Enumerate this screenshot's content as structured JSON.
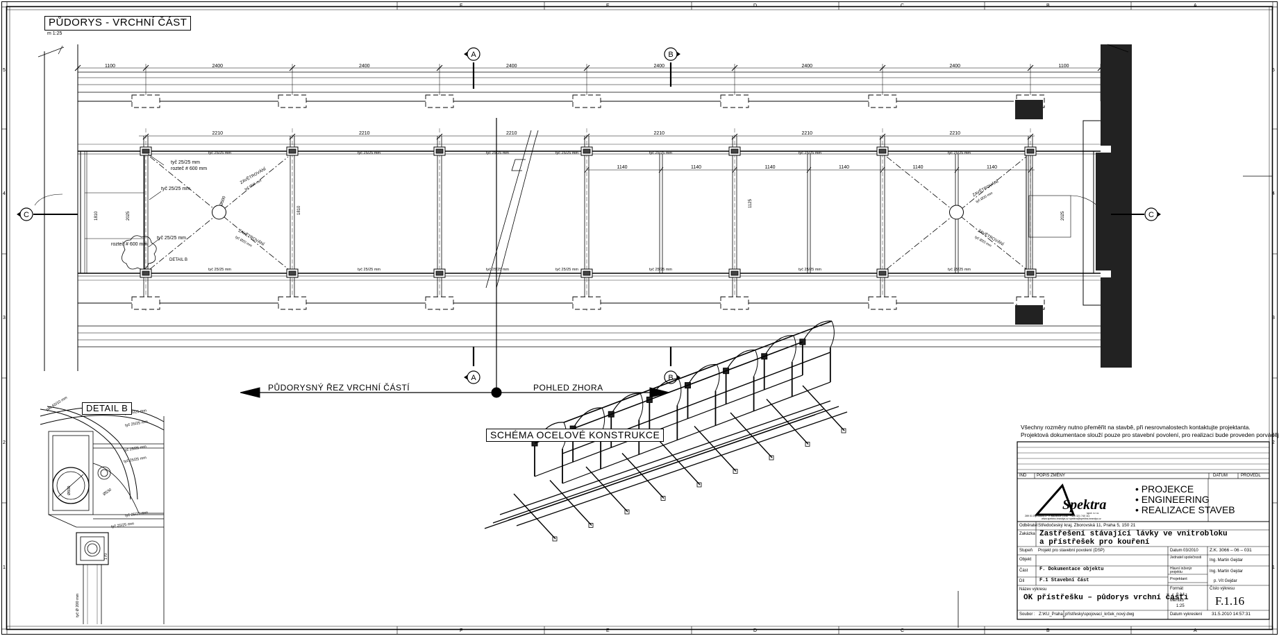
{
  "frame": {
    "zones_top": [
      "F",
      "E",
      "D",
      "C",
      "B",
      "A"
    ],
    "zones_bottom": [
      "F",
      "E",
      "D",
      "C",
      "B",
      "A"
    ],
    "zones_side": [
      "5",
      "4",
      "3",
      "2",
      "1"
    ]
  },
  "plan": {
    "title": "PŮDORYS - VRCHNÍ ČÁST",
    "scale_note": "m 1:25",
    "top_dims": [
      "1100",
      "2400",
      "2400",
      "2400",
      "2400",
      "2400",
      "2400",
      "1100"
    ],
    "inner_dims": [
      "2210",
      "2210",
      "2210",
      "2210",
      "2210",
      "2210",
      "2210"
    ],
    "sub_dims": [
      "1140",
      "1140",
      "1140",
      "1140",
      "1140",
      "1140"
    ],
    "bar_labels": [
      "tyč 25/25 mm",
      "tyč 25/25 mm",
      "tyč 25/25 mm",
      "tyč 25/25 mm",
      "tyč 25/25 mm",
      "tyč 25/25 mm",
      "tyč 25/25 mm",
      "tyč 25/25 mm"
    ],
    "callouts": {
      "c1": "tyč 25/25 mm",
      "c2": "rozteč # 600 mm",
      "c3": "tyč 25/25 mm",
      "c4": "tyč 25/25 mm",
      "c5": "rozteč # 600 mm",
      "detail_ref": "DETAIL B",
      "zavetrovani": "ZAVĚTROVÁNÍ",
      "zav_sub": "tyč Ø20 mm",
      "d500": "Ø500"
    },
    "vertical_dims": [
      "1810",
      "2025",
      "1810",
      "1125",
      "2025"
    ],
    "section_marks": {
      "a": "A",
      "b": "B",
      "c": "C"
    }
  },
  "section_arrow": {
    "left": "PŮDORYSNÝ ŘEZ VRCHNÍ ČÁSTÍ",
    "right": "POHLED ZHORA"
  },
  "detail_b": {
    "title": "DETAIL B",
    "labels": [
      "pás 60/10 mm",
      "tyč 25/25 mm",
      "tyč 25/25 mm",
      "tyč 25/25 mm",
      "tyč 25/25 mm",
      "Ø600",
      "Ø530",
      "tyč 25/25 mm",
      "tyč 25/25 mm",
      "170",
      "tyč Ø 200 mm"
    ]
  },
  "schema": {
    "title": "SCHÉMA OCELOVÉ KONSTRUKCE"
  },
  "notes": {
    "line1": "Všechny rozměry nutno přeměřit na stavbě, při nesrovnalostech kontaktujte projektanta.",
    "line2": "Projektová dokumentace slouží pouze pro stavební povolení, pro realizaci bude proveden porvádější projekt."
  },
  "title_block": {
    "revision_headers": {
      "ind": "IND",
      "popis": "POPIS ZMĚNY",
      "datum": "DATUM",
      "provedl": "PROVEDL"
    },
    "company": {
      "logo": "Spektra",
      "logo_sub": "spol. s r.o.",
      "address": "289 01 Dymokury 3 · K Bažantce 1048 · +420 321 740 111",
      "web": "www.spektra-brandys.cz   spektra@spektra-brandys.cz",
      "bullets": [
        "PROJEKCE",
        "ENGINEERING",
        "REALIZACE STAVEB"
      ]
    },
    "client_label": "Odběratel",
    "client": "Středočeský kraj, Zborovská 11, Praha 5, 150 21",
    "job_label": "Zakázka",
    "job": [
      "Zastřešení stávající lávky ve vnitrobloku",
      "a přístřešek pro kouření"
    ],
    "stage_label": "Stupeň",
    "stage": "Projekt pro stavební povolení (DSP)",
    "object_label": "Objekt",
    "part_label": "Část",
    "part": "F. Dokumentace objektu",
    "sub_label": "Díl",
    "sub": "F.1 Stavební část",
    "date_label": "Datum",
    "date": "03/2010",
    "contract_no": "Z.K. 3066 – 06 – 031",
    "resp_label": "Jednatel společnosti",
    "resp": "Ing. Martin Gejdar",
    "chief_label": "Hlavní inženýr projektu",
    "chief": "Ing. Martin Gejdar",
    "designer_label": "Projektant",
    "designer": "p. Vít Gejdar",
    "name_label": "Název výkresu",
    "name": "OK přístřešku – půdorys vrchní části",
    "format_label": "Formát",
    "format": "8 A4",
    "scale_label": "Měřítko",
    "scale": "1:25",
    "drawing_no_label": "Číslo výkresu",
    "drawing_no": "F.1.16",
    "file_label": "Soubor :",
    "file": "Z:\\KU_Praha_přístřesky\\spojovací_krček_nový.dwg",
    "export_label": "Datum vykreslení",
    "export": "31.5.2010 14:57:31"
  }
}
